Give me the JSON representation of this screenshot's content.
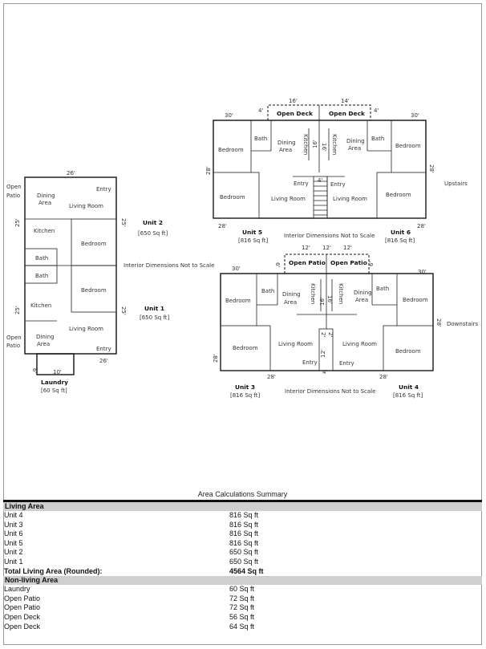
{
  "plan": {
    "left": {
      "width_dim": "26'",
      "open_patio_top": "Open\nPatio",
      "open_patio_bottom": "Open\nPatio",
      "dining_top": "Dining\nArea",
      "entry_top": "Entry",
      "living_top": "Living Room",
      "kitchen_top": "Kitchen",
      "bedroom_top": "Bedroom",
      "bath_1": "Bath",
      "bath_2": "Bath",
      "bedroom_bottom": "Bedroom",
      "kitchen_bottom": "Kitchen",
      "living_bottom": "Living Room",
      "dining_bottom": "Dining\nArea",
      "entry_bottom": "Entry",
      "dim_25_top_left": "25'",
      "dim_25_top_right": "25'",
      "dim_25_bottom_left": "25'",
      "dim_25_bottom_right": "25'",
      "dim_26_bottom": "26'",
      "laundry_w": "10'",
      "laundry_h": "6'",
      "laundry_label": "Laundry",
      "laundry_area": "[60 Sq ft]",
      "unit2_label": "Unit 2",
      "unit2_area": "[650 Sq ft]",
      "unit1_label": "Unit 1",
      "unit1_area": "[650 Sq ft]",
      "note": "Interior Dimensions Not to Scale"
    },
    "upper": {
      "deck1_w": "16'",
      "deck2_w": "14'",
      "deck_h_left": "4'",
      "deck_h_right": "4'",
      "open_deck_1": "Open Deck",
      "open_deck_2": "Open Deck",
      "dim_30_left": "30'",
      "dim_30_right": "30'",
      "dim_28_left": "28'",
      "dim_28_right": "28'",
      "dim_28_bottom_left": "28'",
      "dim_28_bottom_right": "28'",
      "dim_16_mid_left": "16'",
      "dim_16_mid_right": "16'",
      "dim_4_stair": "4'",
      "bedroom_tl": "Bedroom",
      "bath_l": "Bath",
      "dining_l": "Dining\nArea",
      "kitchen_l": "Kitchen",
      "kitchen_r": "Kitchen",
      "dining_r": "Dining\nArea",
      "bath_r": "Bath",
      "bedroom_tr": "Bedroom",
      "bedroom_bl": "Bedroom",
      "entry_l": "Entry",
      "living_l": "Living Room",
      "entry_r": "Entry",
      "living_r": "Living Room",
      "bedroom_br": "Bedroom",
      "upstairs": "Upstairs",
      "unit5_label": "Unit 5",
      "unit5_area": "[816 Sq ft]",
      "unit6_label": "Unit 6",
      "unit6_area": "[816 Sq ft]",
      "note": "Interior Dimensions Not to Scale"
    },
    "lower": {
      "patio1_w": "12'",
      "patio2_w": "12'",
      "patio_h_left": "6'",
      "patio_h_right": "6'",
      "open_patio_1": "Open Patio",
      "open_patio_2": "Open Patio",
      "dim_30_left": "30'",
      "dim_30_right": "30'",
      "dim_28_left": "28'",
      "dim_28_right": "28'",
      "dim_28_bottom_left": "28'",
      "dim_28_bottom_right": "28'",
      "dim_16_mid_left": "16'",
      "dim_16_mid_right": "16'",
      "dim_12_stair": "12'",
      "dim_4_stair": "4'",
      "dim_2_a": "2'",
      "dim_2_b": "2'",
      "bedroom_tl": "Bedroom",
      "bath_l": "Bath",
      "dining_l": "Dining\nArea",
      "kitchen_l": "Kitchen",
      "kitchen_r": "Kitchen",
      "dining_r": "Dining\nArea",
      "bath_r": "Bath",
      "bedroom_tr": "Bedroom",
      "bedroom_bl": "Bedroom",
      "living_l": "Living Room",
      "entry_l": "Entry",
      "living_r": "Living Room",
      "entry_r": "Entry",
      "bedroom_br": "Bedroom",
      "downstairs": "Downstairs",
      "unit3_label": "Unit 3",
      "unit3_area": "[816 Sq ft]",
      "unit4_label": "Unit 4",
      "unit4_area": "[816 Sq ft]",
      "note": "Interior Dimensions Not to Scale"
    }
  },
  "summary": {
    "title": "Area Calculations Summary",
    "living_header": "Living Area",
    "living_rows": [
      {
        "name": "Unit 4",
        "value": "816 Sq ft"
      },
      {
        "name": "Unit 3",
        "value": "816 Sq ft"
      },
      {
        "name": "Unit 6",
        "value": "816 Sq ft"
      },
      {
        "name": "Unit 5",
        "value": "816 Sq ft"
      },
      {
        "name": "Unit 2",
        "value": "650 Sq ft"
      },
      {
        "name": "Unit 1",
        "value": "650 Sq ft"
      }
    ],
    "total": {
      "name": "Total Living Area (Rounded):",
      "value": "4564 Sq ft"
    },
    "nonliving_header": "Non-living Area",
    "nonliving_rows": [
      {
        "name": "Laundry",
        "value": "60 Sq ft"
      },
      {
        "name": "Open Patio",
        "value": "72 Sq ft"
      },
      {
        "name": "Open Patio",
        "value": "72 Sq ft"
      },
      {
        "name": "Open Deck",
        "value": "56 Sq ft"
      },
      {
        "name": "Open Deck",
        "value": "64 Sq ft"
      }
    ]
  }
}
